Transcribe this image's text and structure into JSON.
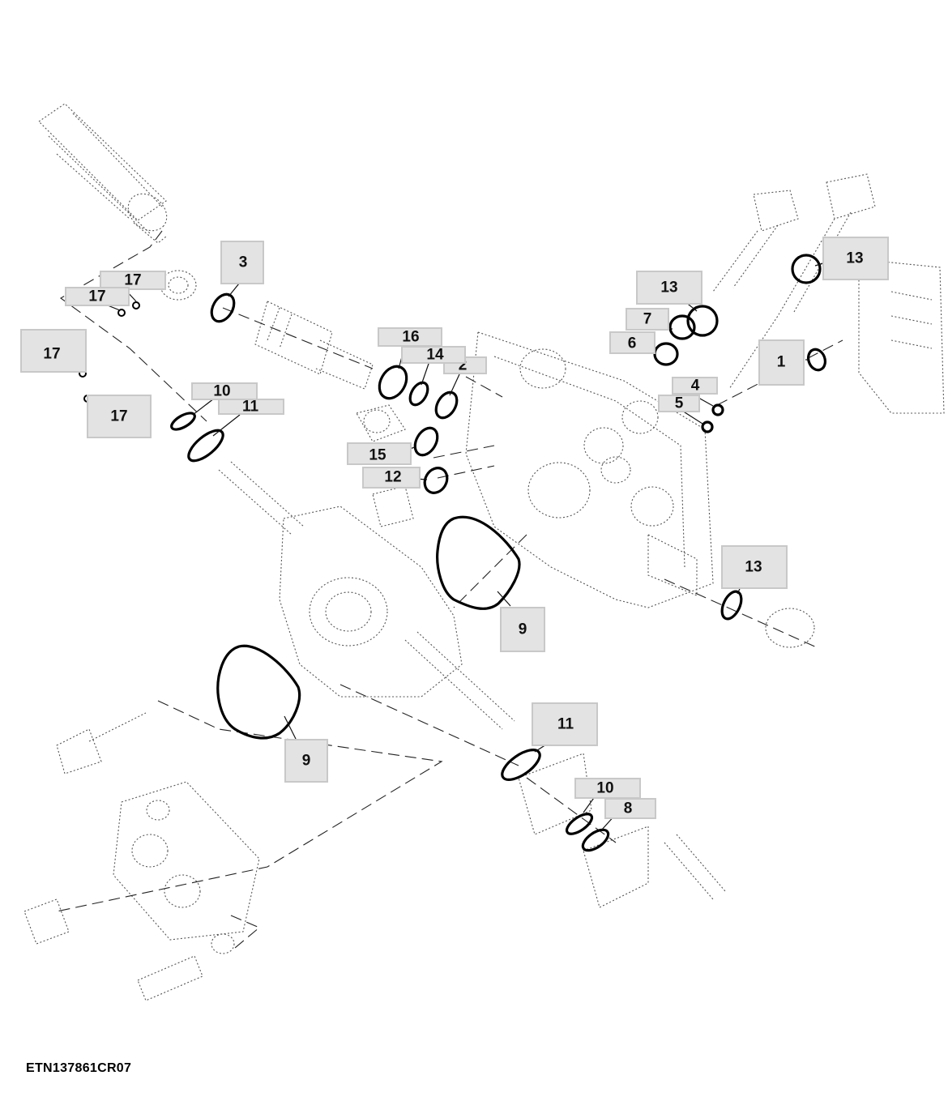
{
  "figure": {
    "code": "ETN137861CR07"
  },
  "callouts": [
    {
      "id": "c1",
      "label": "1"
    },
    {
      "id": "c2",
      "label": "2"
    },
    {
      "id": "c3",
      "label": "3"
    },
    {
      "id": "c4",
      "label": "4"
    },
    {
      "id": "c5",
      "label": "5"
    },
    {
      "id": "c6",
      "label": "6"
    },
    {
      "id": "c7",
      "label": "7"
    },
    {
      "id": "c8",
      "label": "8"
    },
    {
      "id": "c9a",
      "label": "9"
    },
    {
      "id": "c9b",
      "label": "9"
    },
    {
      "id": "c10a",
      "label": "10"
    },
    {
      "id": "c10b",
      "label": "10"
    },
    {
      "id": "c11a",
      "label": "11"
    },
    {
      "id": "c11b",
      "label": "11"
    },
    {
      "id": "c12",
      "label": "12"
    },
    {
      "id": "c13a",
      "label": "13"
    },
    {
      "id": "c13b",
      "label": "13"
    },
    {
      "id": "c13c",
      "label": "13"
    },
    {
      "id": "c14",
      "label": "14"
    },
    {
      "id": "c15",
      "label": "15"
    },
    {
      "id": "c16",
      "label": "16"
    },
    {
      "id": "c17a",
      "label": "17"
    },
    {
      "id": "c17b",
      "label": "17"
    },
    {
      "id": "c17c",
      "label": "17"
    },
    {
      "id": "c17d",
      "label": "17"
    }
  ]
}
